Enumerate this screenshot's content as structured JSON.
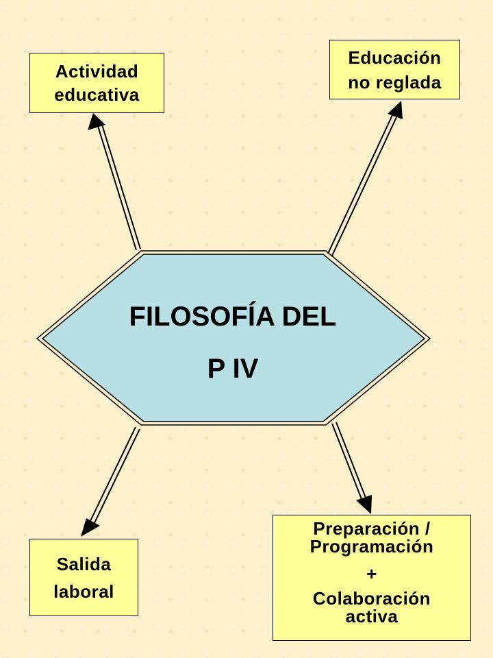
{
  "center": {
    "line1": "FILOSOFÍA DEL",
    "line2": "P IV",
    "fill": "#b8e0e4"
  },
  "nodes": {
    "actividad": {
      "line1": "Actividad",
      "line2": "educativa"
    },
    "educacion": {
      "line1": "Educación",
      "line2": "no reglada"
    },
    "salida": {
      "line1": "Salida",
      "line2": "laboral"
    },
    "preparacion": {
      "line1": "Preparación /",
      "line2": "Programación",
      "line3": "+",
      "line4": "Colaboración",
      "line5": "activa"
    }
  },
  "colors": {
    "box_fill": "#ffff99",
    "background": "#fbefcc",
    "arrow": "#000000"
  }
}
